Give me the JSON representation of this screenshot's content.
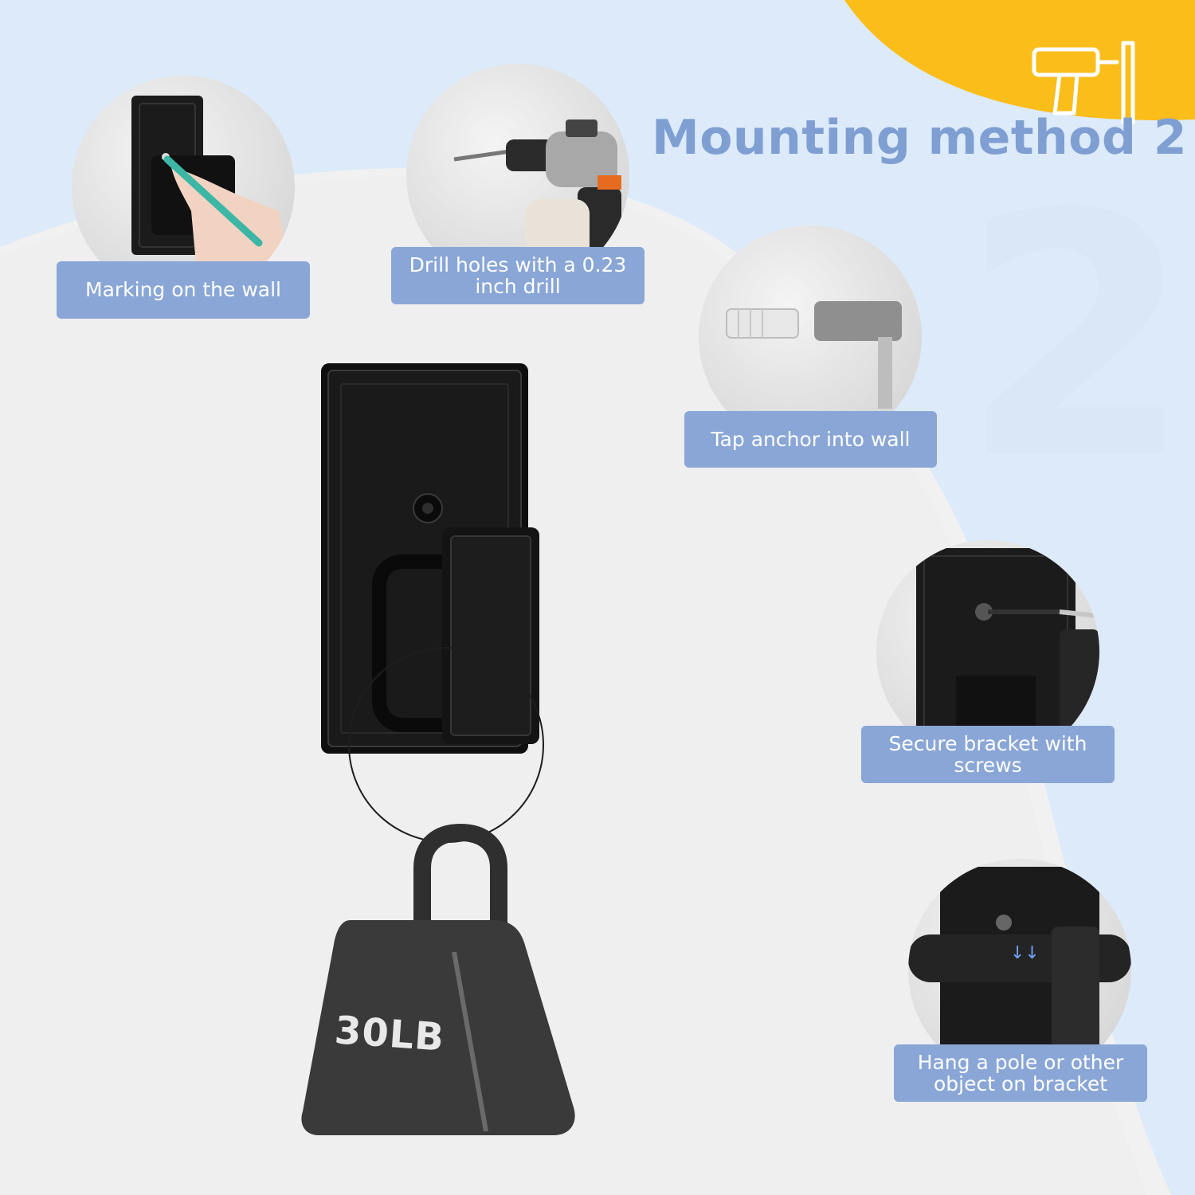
{
  "header": {
    "title": "Mounting method 2",
    "big_number": "2"
  },
  "steps": [
    {
      "label": "Marking on the wall",
      "photo_icon": "pencil-marking-icon"
    },
    {
      "label": "Drill holes with a 0.23 inch drill",
      "photo_icon": "hammer-drill-icon"
    },
    {
      "label": "Tap anchor into wall",
      "photo_icon": "hammer-anchor-icon"
    },
    {
      "label": "Secure bracket with screws",
      "photo_icon": "screwdriver-icon"
    },
    {
      "label": "Hang a pole or other object on bracket",
      "photo_icon": "pole-bracket-icon"
    }
  ],
  "product": {
    "weight_label": "30LB"
  },
  "colors": {
    "accent_yellow": "#fbbd1a",
    "label_blue": "#89a6d6",
    "title_blue": "#7f9fd3",
    "light_blue": "#dceaf9",
    "bracket_black": "#1b1b1b"
  }
}
